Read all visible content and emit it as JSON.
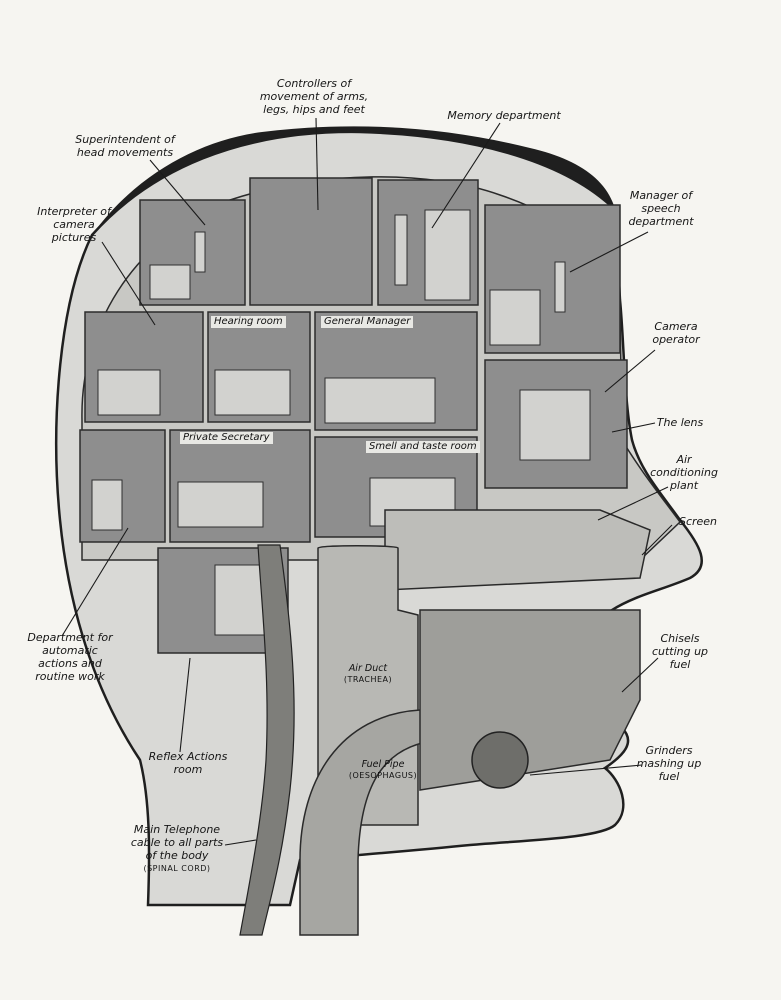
{
  "colors": {
    "paper": "#f6f5f1",
    "ink": "#161616",
    "hair": "#1f1f1f",
    "room_fill": "#8e8e8e",
    "head_fill": "#d9d9d6"
  },
  "labels": {
    "controllers": "Controllers of movement of arms, legs, hips and feet",
    "memory": "Memory department",
    "superintendent": "Superintendent of head movements",
    "interpreter": "Interpreter of camera pictures",
    "manager_speech": "Manager of speech department",
    "camera_operator": "Camera operator",
    "lens": "The lens",
    "air_conditioning": "Air conditioning plant",
    "screen": "Screen",
    "dept_automatic": "Department for automatic actions and routine work",
    "chisels": "Chisels cutting up fuel",
    "grinders": "Grinders mashing up fuel",
    "reflex": "Reflex Actions room",
    "telephone": "Main Telephone cable to all parts of the body",
    "telephone_sub": "(SPINAL CORD)"
  },
  "rooms": {
    "hearing": "Hearing room",
    "general_manager": "General Manager",
    "private_secretary": "Private Secretary",
    "smell_taste": "Smell and taste room"
  },
  "insets": {
    "air_duct": "Air Duct",
    "air_duct_sub": "(TRACHEA)",
    "fuel_pipe": "Fuel Pipe",
    "fuel_pipe_sub": "(OESOPHAGUS)"
  }
}
